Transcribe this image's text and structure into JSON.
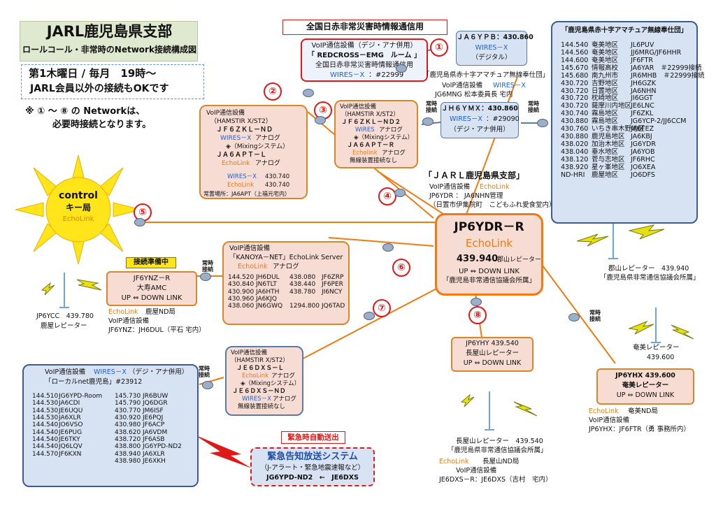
{
  "title": {
    "main": "JARL鹿児島県支部",
    "sub": "ロールコール・非常時のNetwork接続構成図"
  },
  "schedule": {
    "line1": "第1木曜日 / 毎月　19時～",
    "line2": "JARL会員以外の接続もOKです"
  },
  "note": {
    "line1": "※ ① ～ ⑧ の Networkは、",
    "line2": "必要時接続となります。"
  },
  "redcross_emg": {
    "header": "全国日赤非常災害時情報通信用",
    "l1": "VoIP通信設備（デジ・アナ併用）",
    "l2": "「 REDCROSS－EMG　ルーム 」",
    "l3": "全国日赤非常災害時情報通信用",
    "l4a": "WIRES－X",
    "l4b": "：#22999"
  },
  "ja6ypb": {
    "l1": "ＪＡ６ＹＰＢ：430.860",
    "l2": "WIRES－X",
    "l3": "（デジタル）"
  },
  "pref_redcross_right": {
    "title": "「鹿児島県赤十字アマチュア無線奉仕団」",
    "rows": [
      [
        "144.540",
        "奄美地区",
        "JL6PUV"
      ],
      [
        "144.560",
        "奄美地区",
        "JJ6MRG/JF6HHR"
      ],
      [
        "144.600",
        "奄美地区",
        "JF6FTR"
      ],
      [
        "145.670",
        "情報高校",
        "JA6YAR　＃22999接続"
      ],
      [
        "145.680",
        "南九州市",
        "JR6MHB　＃22999接続"
      ],
      [
        "430.720",
        "吉野地区",
        "JH6GZK"
      ],
      [
        "430.720",
        "日置地区",
        "JA6NHN"
      ],
      [
        "430.720",
        "枕崎地区",
        "JI6GGT"
      ],
      [
        "430.720",
        "薩摩川内地区",
        "JE6LNC"
      ],
      [
        "430.740",
        "霧島地区",
        "JF6ZKL"
      ],
      [
        "430.880",
        "霧島地区",
        "JG6YCP-2/JJ6CCM"
      ],
      [
        "430.760",
        "いちき串木野地区",
        "JA6FEZ"
      ],
      [
        "430.880",
        "鹿児島地区",
        "JA6KBJ"
      ],
      [
        "438.020",
        "加治木地区",
        "JG6YDR"
      ],
      [
        "438.040",
        "垂水地区",
        "JA6YOB"
      ],
      [
        "438.120",
        "菅与志地区",
        "JF6RHC"
      ],
      [
        "438.920",
        "星ヶ峯地区",
        "JO6XEA"
      ],
      [
        "ND-HRI",
        "鹿屋地区",
        "JO6DFS"
      ]
    ]
  },
  "pref_redcross_mid": {
    "title": "「鹿児島県赤十字アマチュア無線奉仕団」",
    "l1a": "VoIP通信設備",
    "l1b": "WIRES－X",
    "l2": "JG6MNG 松本委員長 宅内"
  },
  "jh6ymx": {
    "l1": "ＪＨ６ＹＭＸ：430.860",
    "l2a": "WIRES－X",
    "l2b": "：#29090",
    "l3": "（デジ・アナ併用）"
  },
  "box2": {
    "l1": "VoIP通信設備",
    "l2": "（HAMSTIR X/ST2）",
    "l3": "ＪＦ６ＺＫＬ－ＮＤ",
    "l4a": "WIRES－X",
    "l4b": "アナログ",
    "l5": "◈（Mixingシステム）",
    "l6": "ＪＡ６ＡＰＴ－Ｌ",
    "l7a": "EchoLink",
    "l7b": "アナログ",
    "l8a": "WIRES－X",
    "l8b": "430.740",
    "l9a": "EchoLink",
    "l9b": "430.740",
    "l10": "常置場所：JA6APT（上福元宅内）"
  },
  "box3": {
    "l1": "VoIP通信設備",
    "l2": "（HAMSTIR X/ST2）",
    "l3": "ＪＦ６ＺＫＬ－ＮＤ２",
    "l4a": "WIRES",
    "l4b": "アナログ",
    "l5": "◈（Mixingシステム）",
    "l6": "ＪＡ６ＡＰＴ－Ｒ",
    "l7a": "Echolink",
    "l7b": "アナログ",
    "l8": "無線装置接続なし"
  },
  "jarl_branch": {
    "title": "「ＪＡＲＬ鹿児島県支部」",
    "l1a": "VoIP通信設備",
    "l1b": "EchoLink",
    "l2": "JP6YDR ： JA6NHN管理",
    "l3": "（日置市伊集院町　こどもふれ愛食堂内）"
  },
  "central": {
    "call": "JP6YDR－R",
    "echo": "EchoLink",
    "freq": "439.940",
    "freq_sub": "郡山レピーター",
    "updown": "UP ⇔ DOWN LINK",
    "org": "「鹿児島非常通信協議会所属」"
  },
  "control": {
    "l1": "control",
    "l2": "キー局",
    "l3": "EchoLink"
  },
  "koriyama": {
    "l1": "郡山レピーター　439.940",
    "l2": "「鹿児島県非常通信協議会所属」"
  },
  "jf6ynz": {
    "badge": "接続準備中",
    "l1": "JF6YNZ－R",
    "l2": "大寿AMC",
    "l3": "UP ⇔ DOWN LINK"
  },
  "kanoya_echo": {
    "l1a": "EchoLink",
    "l1b": "鹿屋ND局",
    "l2": "VoIP通信設備",
    "l3": "JF6YNZ：JH6DUL（平石 宅内）"
  },
  "jp6ycc": {
    "l1": "JP6YCC　439.780",
    "l2": "鹿屋レピーター"
  },
  "kanoya_net": {
    "l1": "VoIP通信設備",
    "l2": "「KANOYA－NET」EchoLink Server",
    "l3a": "EchoLink",
    "l3b": "アナログ",
    "rows": [
      [
        "144.520",
        "JH6DUL",
        "438.080",
        "JF6ZRP"
      ],
      [
        "430.840",
        "JN6TLT",
        "438.440",
        "JF6PER"
      ],
      [
        "430.900",
        "JA6HTH",
        "438.780",
        "JI6NCY"
      ],
      [
        "430.960",
        "JA6KJQ",
        "",
        ""
      ],
      [
        "438.060",
        "JN6GWQ",
        "1294.800",
        "JQ6TAD"
      ]
    ]
  },
  "box7": {
    "l1": "VoIP通信設備",
    "l2": "（HAMSTIR X/ST2）",
    "l3": "ＪＥ６ＤＸＳ－Ｌ",
    "l4a": "EchoLink",
    "l4b": "アナログ",
    "l5": "◈（Mixingシステム）",
    "l6": "ＪＥ６ＤＸＳ－ＮＤ",
    "l7a": "WIRES－X",
    "l7b": "アナログ",
    "l8": "無線装置接続なし"
  },
  "jp6yhy": {
    "l1": "JP6YHY 439.540",
    "l2": "長屋山レピーター",
    "l3": "UP ⇔ DOWN LINK"
  },
  "nagaoyama": {
    "l1": "長屋山レピーター　439.540",
    "l2": "「鹿児島県非常通信協議会所属」",
    "l3a": "EchoLink",
    "l3b": "長屋山ND局",
    "l4": "VoIP通信設備",
    "l5": "JE6DXS－R：JE6DXS（吉村　宅内）"
  },
  "amami": {
    "l1": "奄美レピーター",
    "l2": "439.600",
    "box1": "JP6YHX 439.600",
    "box2": "奄美レピーター",
    "box3": "UP ⇔ DOWN LINK",
    "e1a": "EchoLink",
    "e1b": "奄美ND局",
    "e2": "VoIP通信設備",
    "e3": "JP6YHX：JF6FTR（勇 事務所内）"
  },
  "local_net": {
    "l1a": "VoIP通信設備",
    "l1b": "WIRES－X",
    "l1c": "（デジ・アナ併用）",
    "l2": "「ローカルnet鹿児島」#23912",
    "rows": [
      [
        "144.510",
        "JG6YPD-Room",
        "145.730",
        "JR6BUW"
      ],
      [
        "144.530",
        "JA6CDI",
        "145.790",
        "JQ6DGR"
      ],
      [
        "144.530",
        "JE6UQU",
        "430.770",
        "JM6ISF"
      ],
      [
        "144.530",
        "JA6XLR",
        "430.920",
        "JE6PQJ"
      ],
      [
        "144.540",
        "JO6VSO",
        "430.980",
        "JF6ACP"
      ],
      [
        "144.540",
        "JE6PUG",
        "438.620",
        "JA6VDM"
      ],
      [
        "144.540",
        "JE6TKY",
        "438.720",
        "JF6ASB"
      ],
      [
        "144.540",
        "JQ6LQV",
        "438.800",
        "JG6YPD-ND2"
      ],
      [
        "144.570",
        "JF6KXN",
        "438.940",
        "JA6XLR"
      ],
      [
        "",
        "",
        "438.980",
        "JE6XKH"
      ]
    ]
  },
  "emergency": {
    "header": "緊急時自動送出",
    "l1": "緊急告知放送システム",
    "l2": "（J-アラート・緊急地震速報など）",
    "l3": "JG6YPD-ND2　←　JE6DXS"
  },
  "labels": {
    "jouji": "常時\n接続",
    "n1": "①",
    "n2": "②",
    "n3": "③",
    "n4": "④",
    "n5": "⑤",
    "n6": "⑥",
    "n7": "⑦",
    "n8": "⑧"
  },
  "colors": {
    "orange": "#ef7a10",
    "blue": "#1e5fd0",
    "red": "#e01818",
    "pink_fill": "#f7dcd3",
    "blue_fill": "#d7e3f3",
    "sun": "#ffe51a"
  }
}
